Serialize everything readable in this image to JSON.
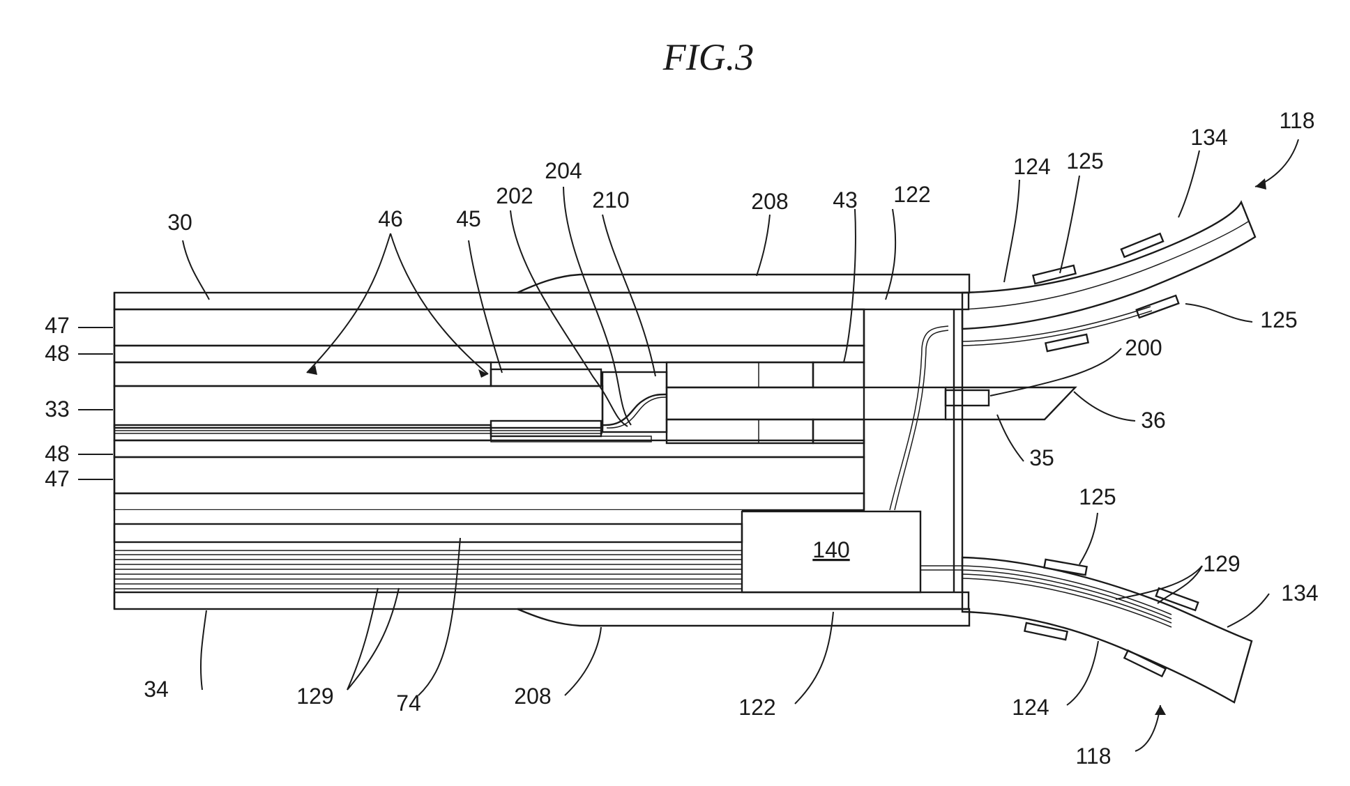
{
  "figure": {
    "title": "FIG.3",
    "labels": {
      "l30": "30",
      "l46": "46",
      "l45": "45",
      "l202": "202",
      "l204": "204",
      "l210": "210",
      "l208_top": "208",
      "l43": "43",
      "l122_top": "122",
      "l124_top": "124",
      "l125_top": "125",
      "l134_top": "134",
      "l118_top": "118",
      "l125_right": "125",
      "l200": "200",
      "l36": "36",
      "l35": "35",
      "l47_top": "47",
      "l48_top": "48",
      "l33": "33",
      "l48_bot": "48",
      "l47_bot": "47",
      "l140": "140",
      "l125_bot": "125",
      "l129_right": "129",
      "l134_bot": "134",
      "l34": "34",
      "l129_bot": "129",
      "l74": "74",
      "l208_bot": "208",
      "l122_bot": "122",
      "l124_bot": "124",
      "l118_bot": "118"
    }
  }
}
